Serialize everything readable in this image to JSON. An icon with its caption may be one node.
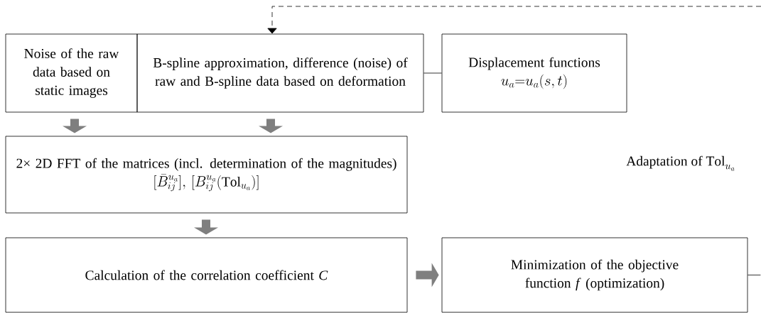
{
  "diagram": {
    "nodes": [
      {
        "text": [
          "Noise of the raw data based on static images"
        ]
      },
      {
        "text": [
          "B-spline approximation, difference (noise) of raw and B-spline data based on deformation"
        ]
      },
      {
        "text": [
          "Displacement functions",
          "u_a{=}u_a(s,t)"
        ]
      },
      {
        "text": [
          "2× 2D FFT of the matrices (incl. determination of the magnitudes)",
          "[\\bar{B}_{ij}^{u_a}],\\,[B_{ij}^{u_a}(\\mathrm{Tol}_{u_a})]"
        ]
      },
      {
        "text": [
          "Calculation of the correlation coefficient *C*"
        ]
      },
      {
        "text": [
          "Minimization of the objective function *f* (optimization)"
        ]
      }
    ],
    "edges": [
      {
        "from": 1,
        "to": 2,
        "arrow": "none",
        "color": "#000000"
      },
      {
        "from": 0,
        "to": 3,
        "arrow": "to"
      },
      {
        "from": 1,
        "to": 3,
        "arrow": "to"
      },
      {
        "from": 3,
        "to": 4,
        "arrow": "to"
      },
      {
        "from": 4,
        "to": 5,
        "arrow": "to"
      },
      {
        "from": 5,
        "to": null,
        "arrow": "none",
        "color": "#000000"
      },
      {
        "from": null,
        "to": 1,
        "arrow": "to",
        "style": "dashed",
        "color": "#000000"
      }
    ],
    "labels": [
      "\\mathrm{Adaptation\\ of\\ Tol}_{u_a}"
    ]
  }
}
